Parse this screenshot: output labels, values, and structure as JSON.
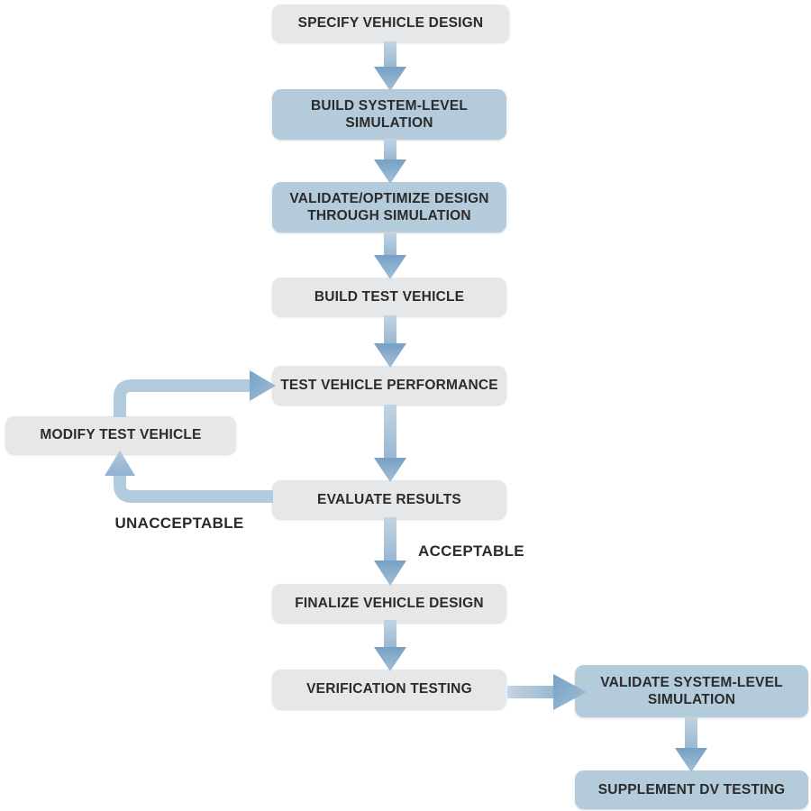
{
  "diagram": {
    "type": "flowchart",
    "nodes": [
      {
        "id": "specify",
        "label": "SPECIFY VEHICLE DESIGN",
        "style": "gray"
      },
      {
        "id": "build_sim",
        "label": "BUILD SYSTEM-LEVEL\nSIMULATION",
        "style": "blue"
      },
      {
        "id": "validate_opt",
        "label": "VALIDATE/OPTIMIZE DESIGN\nTHROUGH SIMULATION",
        "style": "blue"
      },
      {
        "id": "build_test",
        "label": "BUILD TEST VEHICLE",
        "style": "gray"
      },
      {
        "id": "test_perf",
        "label": "TEST VEHICLE PERFORMANCE",
        "style": "gray"
      },
      {
        "id": "modify",
        "label": "MODIFY TEST VEHICLE",
        "style": "gray"
      },
      {
        "id": "evaluate",
        "label": "EVALUATE RESULTS",
        "style": "gray"
      },
      {
        "id": "finalize",
        "label": "FINALIZE VEHICLE DESIGN",
        "style": "gray"
      },
      {
        "id": "verification",
        "label": "VERIFICATION TESTING",
        "style": "gray"
      },
      {
        "id": "validate_sys",
        "label": "VALIDATE SYSTEM-LEVEL\nSIMULATION",
        "style": "blue"
      },
      {
        "id": "supplement",
        "label": "SUPPLEMENT DV TESTING",
        "style": "blue"
      }
    ],
    "edges": [
      {
        "from": "specify",
        "to": "build_sim",
        "label": ""
      },
      {
        "from": "build_sim",
        "to": "validate_opt",
        "label": ""
      },
      {
        "from": "validate_opt",
        "to": "build_test",
        "label": ""
      },
      {
        "from": "build_test",
        "to": "test_perf",
        "label": ""
      },
      {
        "from": "test_perf",
        "to": "evaluate",
        "label": ""
      },
      {
        "from": "evaluate",
        "to": "modify",
        "label": "UNACCEPTABLE"
      },
      {
        "from": "modify",
        "to": "test_perf",
        "label": ""
      },
      {
        "from": "evaluate",
        "to": "finalize",
        "label": "ACCEPTABLE"
      },
      {
        "from": "verification",
        "to": "validate_sys",
        "label": ""
      },
      {
        "from": "validate_sys",
        "to": "supplement",
        "label": ""
      }
    ],
    "colors": {
      "box_gray": "#e6e7e8",
      "box_blue": "#b4cbdb",
      "arrow_shaft_light": "#c4d4e1",
      "arrow_shaft_dark": "#98b8d3",
      "arrow_head_dark": "#76a0c5",
      "arrow_head_light": "#a3bfd7",
      "loop_line": "#b2cbdc",
      "text": "#2b2b2b"
    }
  }
}
